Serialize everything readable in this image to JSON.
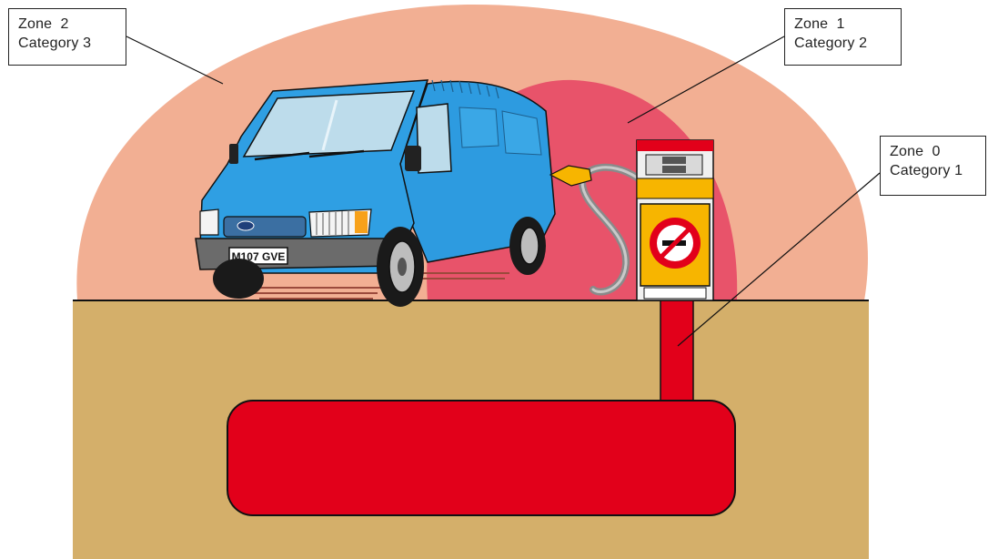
{
  "labels": {
    "zone2": {
      "zone": "Zone  2",
      "category": "Category 3"
    },
    "zone1": {
      "zone": "Zone  1",
      "category": "Category 2"
    },
    "zone0": {
      "zone": "Zone  0",
      "category": "Category 1"
    }
  },
  "van": {
    "plate": "M107 GVE"
  },
  "colors": {
    "zone2_fill": "#F2AF93",
    "zone1_fill": "#E8536A",
    "zone0_fill": "#E2001A",
    "ground": "#D4AF6A",
    "van_body": "#2D9BE0",
    "pump_yellow": "#F7B500"
  },
  "icons": {
    "pump_sign": "no-smoking-icon"
  }
}
